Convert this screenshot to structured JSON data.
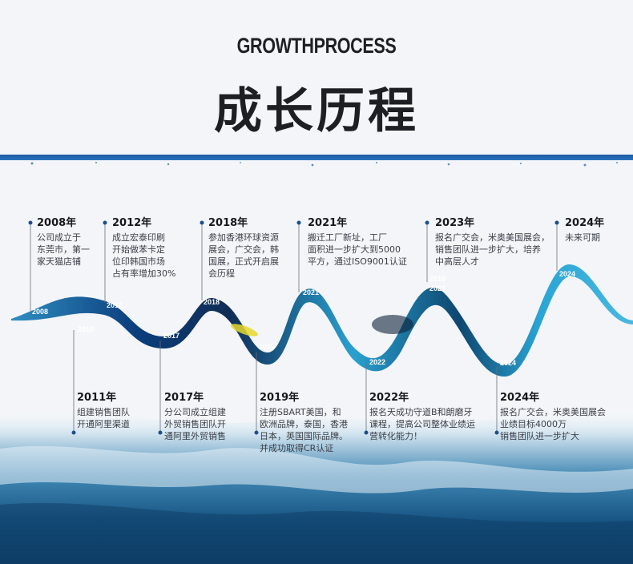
{
  "header": {
    "title_en": "GROWTHPROCESS",
    "title_cn": "成长历程"
  },
  "colors": {
    "band": "#1d5ea8",
    "wave_dark": "#0b4f8c",
    "wave_light": "#35a8d6",
    "dot": "#1c4f8c"
  },
  "top_events": [
    {
      "year": "2008年",
      "text": "公司成立于\n东莞市，第一\n家天猫店铺"
    },
    {
      "year": "2012年",
      "text": "成立宏泰印刷\n开始做苯卡定\n位印韩国市场\n占有率增加30%"
    },
    {
      "year": "2018年",
      "text": "参加香港环球资源\n展会，广交会，韩\n国展，正式开启展\n会历程"
    },
    {
      "year": "2021年",
      "text": "搬迁工厂新址，工厂\n面积进一步扩大到5000\n平方，通过ISO9001认证"
    },
    {
      "year": "2023年",
      "text": "报名广交会，米奥美国展会，\n销售团队进一步扩大，培养\n中高层人才"
    },
    {
      "year": "2024年",
      "text": "未来可期"
    }
  ],
  "bottom_events": [
    {
      "year": "2011年",
      "text": "组建销售团队\n开通阿里渠道"
    },
    {
      "year": "2017年",
      "text": "分公司成立组建\n外贸销售团队开\n通阿里外贸销售"
    },
    {
      "year": "2019年",
      "text": "注册SBART美国，和\n欧洲品牌，泰国，香港\n日本，英国国际品牌。\n并成功取得CR认证"
    },
    {
      "year": "2022年",
      "text": "报名天成功守道B和朗磨牙\n课程，提高公司整体业绩运\n营转化能力！"
    },
    {
      "year": "2024年",
      "text": "报名广交会，米奥美国展会\n业绩目标4000万\n销售团队进一步扩大"
    }
  ],
  "wave_labels": [
    "2008",
    "2010",
    "2012",
    "2017",
    "2018",
    "2019",
    "2021",
    "2022",
    "2018",
    "2023",
    "2024",
    "2024"
  ]
}
